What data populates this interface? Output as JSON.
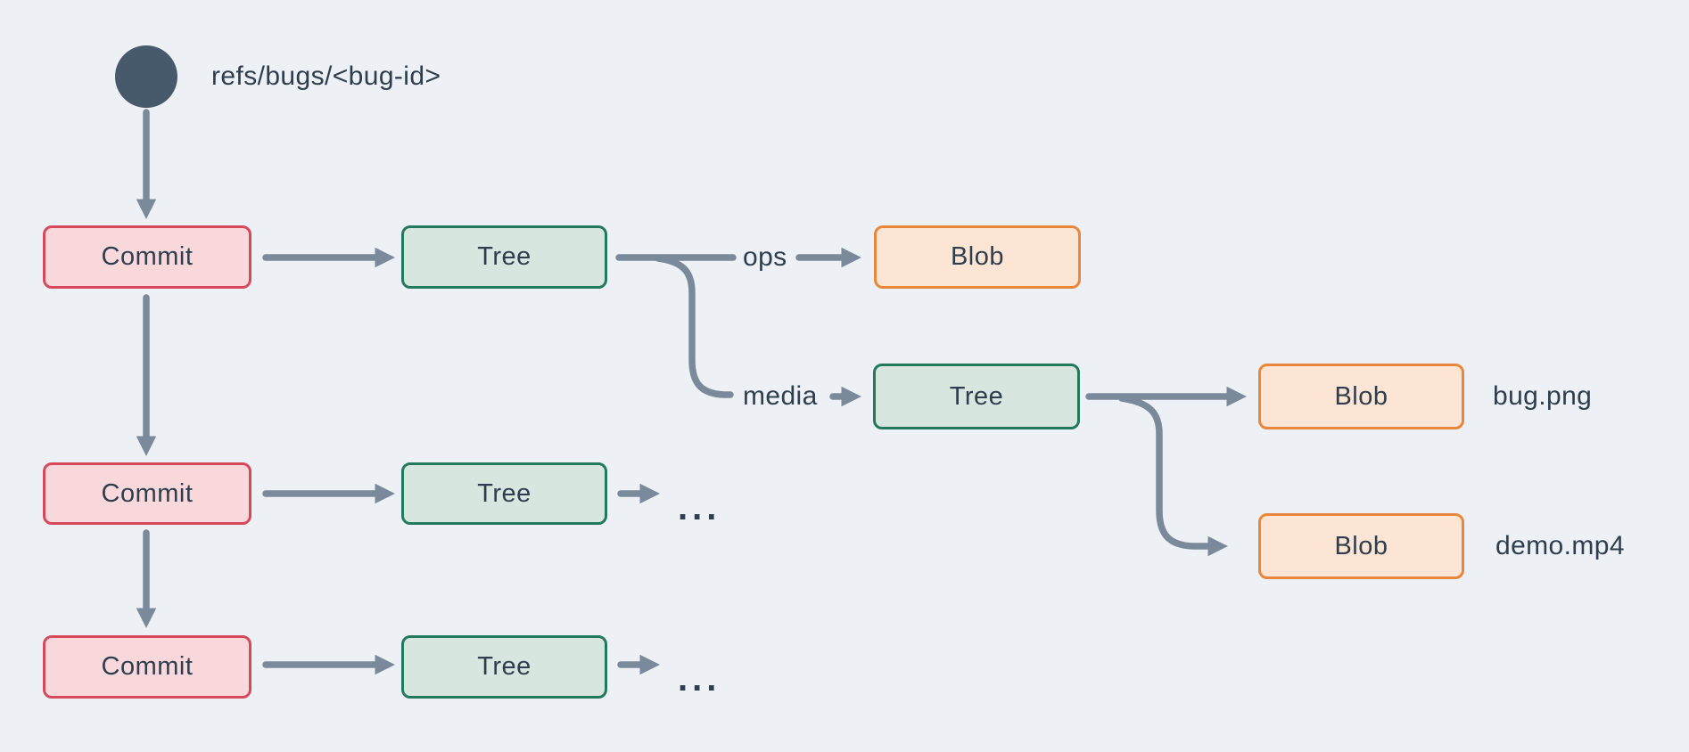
{
  "ref": {
    "label": "refs/bugs/<bug-id>"
  },
  "nodes": {
    "commit1": "Commit",
    "commit2": "Commit",
    "commit3": "Commit",
    "tree1": "Tree",
    "tree2": "Tree",
    "tree3": "Tree",
    "tree_media": "Tree",
    "blob_ops": "Blob",
    "blob_bug": "Blob",
    "blob_demo": "Blob"
  },
  "edge_labels": {
    "ops": "ops",
    "media": "media"
  },
  "file_labels": {
    "bug": "bug.png",
    "demo": "demo.mp4"
  },
  "ellipsis": "...",
  "colors": {
    "bg": "#edf1f5",
    "arrow": "#7b8a9b",
    "dark_text": "#2e3e4e",
    "ref_dot": "#475a6b",
    "commit_fill": "#f9d8dc",
    "commit_border": "#d5495b",
    "tree_fill": "#d8e6e0",
    "tree_border": "#23795c",
    "blob_fill": "#fce5d4",
    "blob_border": "#e8863c"
  }
}
